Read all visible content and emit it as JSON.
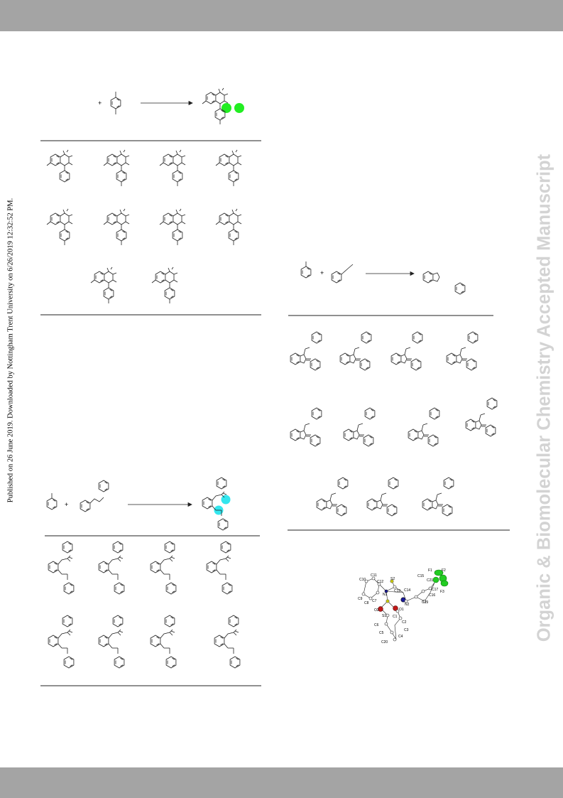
{
  "header_band": "",
  "footer_band": "",
  "side_note": "Published on 26 June 2019. Downloaded by Nottingham Trent University on 6/26/2019 12:32:52 PM.",
  "watermark": "Organic & Biomolecular Chemistry Accepted Manuscript",
  "colors": {
    "band": "#a4a4a4",
    "watermark": "#d3d3d3",
    "highlight_green": "#22ee22",
    "highlight_cyan": "#33e6ee",
    "atom_sulfur": "#c8c800",
    "atom_oxygen": "#c01818",
    "atom_nitrogen": "#1a1a9c",
    "atom_fluorine": "#22cc22"
  },
  "schemes": [
    {
      "id": "scheme-1",
      "symbol": "+",
      "product_count": 10
    },
    {
      "id": "scheme-2",
      "symbol": "+",
      "product_count": 11
    },
    {
      "id": "scheme-3",
      "symbol": "+",
      "product_count": 8
    }
  ],
  "crystal_structure": {
    "atom_labels": [
      "C10",
      "C11",
      "C12",
      "S2",
      "C15",
      "F1",
      "F2",
      "C21",
      "C13",
      "C9",
      "N1",
      "C7",
      "C14",
      "C17",
      "C16",
      "F3",
      "C8",
      "N2",
      "C19",
      "O2",
      "S1",
      "O1",
      "C1",
      "C6",
      "C2",
      "C5",
      "C3",
      "C4",
      "C20"
    ]
  }
}
